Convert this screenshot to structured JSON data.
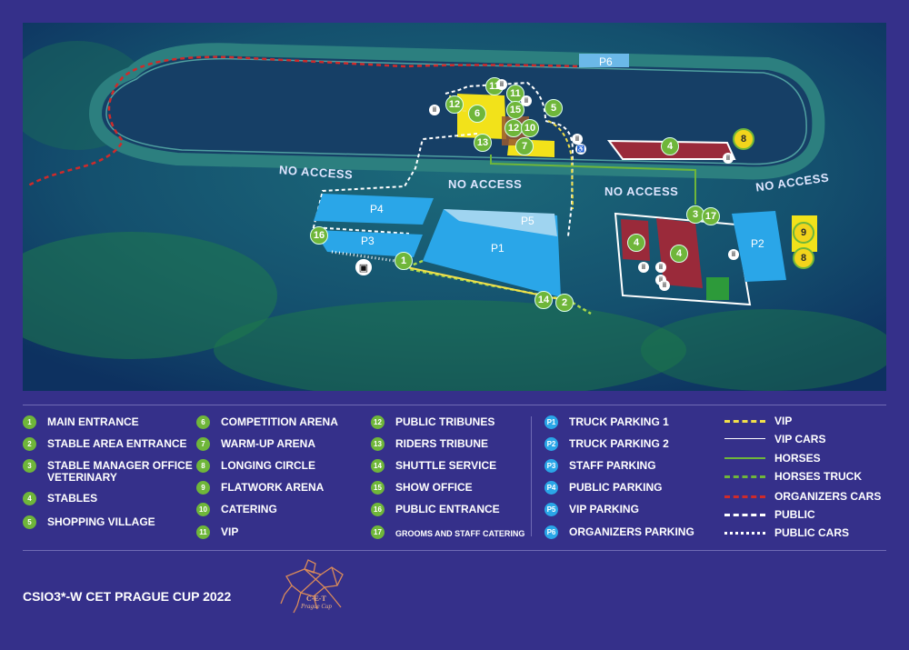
{
  "map": {
    "no_access_labels": [
      "NO ACCESS",
      "NO ACCESS",
      "NO ACCESS",
      "NO ACCESS"
    ],
    "parking": {
      "p1": "P1",
      "p2": "P2",
      "p3": "P3",
      "p4": "P4",
      "p5": "P5",
      "p6": "P6"
    },
    "markers": {
      "m1": "1",
      "m2": "2",
      "m3": "3",
      "m4a": "4",
      "m4b": "4",
      "m4c": "4",
      "m5": "5",
      "m6": "6",
      "m7": "7",
      "m8a": "8",
      "m8b": "8",
      "m9": "9",
      "m10": "10",
      "m11a": "11",
      "m11b": "11",
      "m12a": "12",
      "m12b": "12",
      "m13": "13",
      "m14": "14",
      "m15": "15",
      "m16": "16",
      "m17": "17"
    },
    "toilet_glyph": "îî",
    "accessibility_glyph": "♿",
    "bus_glyph": "▣"
  },
  "legend": {
    "col1": [
      {
        "num": "1",
        "label": "MAIN ENTRANCE"
      },
      {
        "num": "2",
        "label": "STABLE AREA ENTRANCE"
      },
      {
        "num": "3",
        "label": "STABLE MANAGER OFFICE\nVETERINARY"
      },
      {
        "num": "4",
        "label": "STABLES"
      },
      {
        "num": "5",
        "label": "SHOPPING VILLAGE"
      }
    ],
    "col2": [
      {
        "num": "6",
        "label": "COMPETITION ARENA"
      },
      {
        "num": "7",
        "label": "WARM-UP ARENA"
      },
      {
        "num": "8",
        "label": "LONGING CIRCLE"
      },
      {
        "num": "9",
        "label": "FLATWORK ARENA"
      },
      {
        "num": "10",
        "label": "CATERING"
      },
      {
        "num": "11",
        "label": "VIP"
      }
    ],
    "col3": [
      {
        "num": "12",
        "label": "PUBLIC TRIBUNES"
      },
      {
        "num": "13",
        "label": "RIDERS TRIBUNE"
      },
      {
        "num": "14",
        "label": "SHUTTLE SERVICE"
      },
      {
        "num": "15",
        "label": "SHOW OFFICE"
      },
      {
        "num": "16",
        "label": "PUBLIC ENTRANCE"
      },
      {
        "num": "17",
        "label": "GROOMS AND STAFF CATERING"
      }
    ],
    "col4": [
      {
        "num": "P1",
        "label": "TRUCK PARKING 1"
      },
      {
        "num": "P2",
        "label": "TRUCK PARKING 2"
      },
      {
        "num": "P3",
        "label": "STAFF PARKING"
      },
      {
        "num": "P4",
        "label": "PUBLIC PARKING"
      },
      {
        "num": "P5",
        "label": "VIP PARKING"
      },
      {
        "num": "P6",
        "label": "ORGANIZERS PARKING"
      }
    ],
    "lines": [
      {
        "label": "VIP",
        "color": "#f2e14a",
        "style": "dashed"
      },
      {
        "label": "VIP CARS",
        "color": "#ffffff",
        "style": "solid"
      },
      {
        "label": "HORSES",
        "color": "#6fb63a",
        "style": "solid"
      },
      {
        "label": "HORSES TRUCK",
        "color": "#6fb63a",
        "style": "dashed"
      },
      {
        "label": "ORGANIZERS CARS",
        "color": "#d02a2a",
        "style": "dashed"
      },
      {
        "label": "PUBLIC",
        "color": "#ffffff",
        "style": "dashed"
      },
      {
        "label": "PUBLIC CARS",
        "color": "#ffffff",
        "style": "dotted"
      }
    ]
  },
  "footer": {
    "title": "CSIO3*-W CET PRAGUE CUP 2022",
    "logo_text_1": "C-E-T",
    "logo_text_2": "Prague Cup"
  },
  "colors": {
    "background": "#35308a",
    "marker_green": "#6fb63a",
    "marker_yellow": "#f2d41c",
    "parking_blue": "#2aa6e8",
    "stables_red": "#9a2a3a"
  }
}
